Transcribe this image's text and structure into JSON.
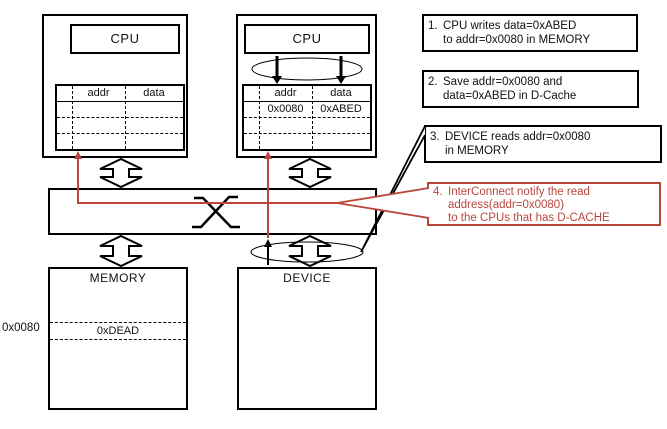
{
  "diagram": {
    "cpu1": {
      "title": "CPU",
      "cache": {
        "col_addr": "addr",
        "col_data": "data"
      }
    },
    "cpu2": {
      "title": "CPU",
      "cache": {
        "col_addr": "addr",
        "col_data": "data",
        "row1_addr": "0x0080",
        "row1_data": "0xABED"
      }
    },
    "interconnect": {
      "symbol_icon": "crossbar-x"
    },
    "memory": {
      "title": "MEMORY",
      "row_value": "0xDEAD",
      "external_addr_label": "0x0080"
    },
    "device": {
      "title": "DEVICE"
    }
  },
  "notes": [
    {
      "number": "1.",
      "lines": [
        "CPU writes data=0xABED",
        "to addr=0x0080 in MEMORY"
      ]
    },
    {
      "number": "2.",
      "lines": [
        "Save addr=0x0080 and",
        "data=0xABED in D-Cache"
      ]
    },
    {
      "number": "3.",
      "lines": [
        "DEVICE reads addr=0x0080",
        "in MEMORY"
      ]
    },
    {
      "number": "4.",
      "lines": [
        "InterConnect notify the read",
        "address(addr=0x0080)",
        "to the CPUs that has D-CACHE"
      ]
    }
  ],
  "colors": {
    "annotation_red": "#b9473c",
    "line_black": "#000000"
  }
}
